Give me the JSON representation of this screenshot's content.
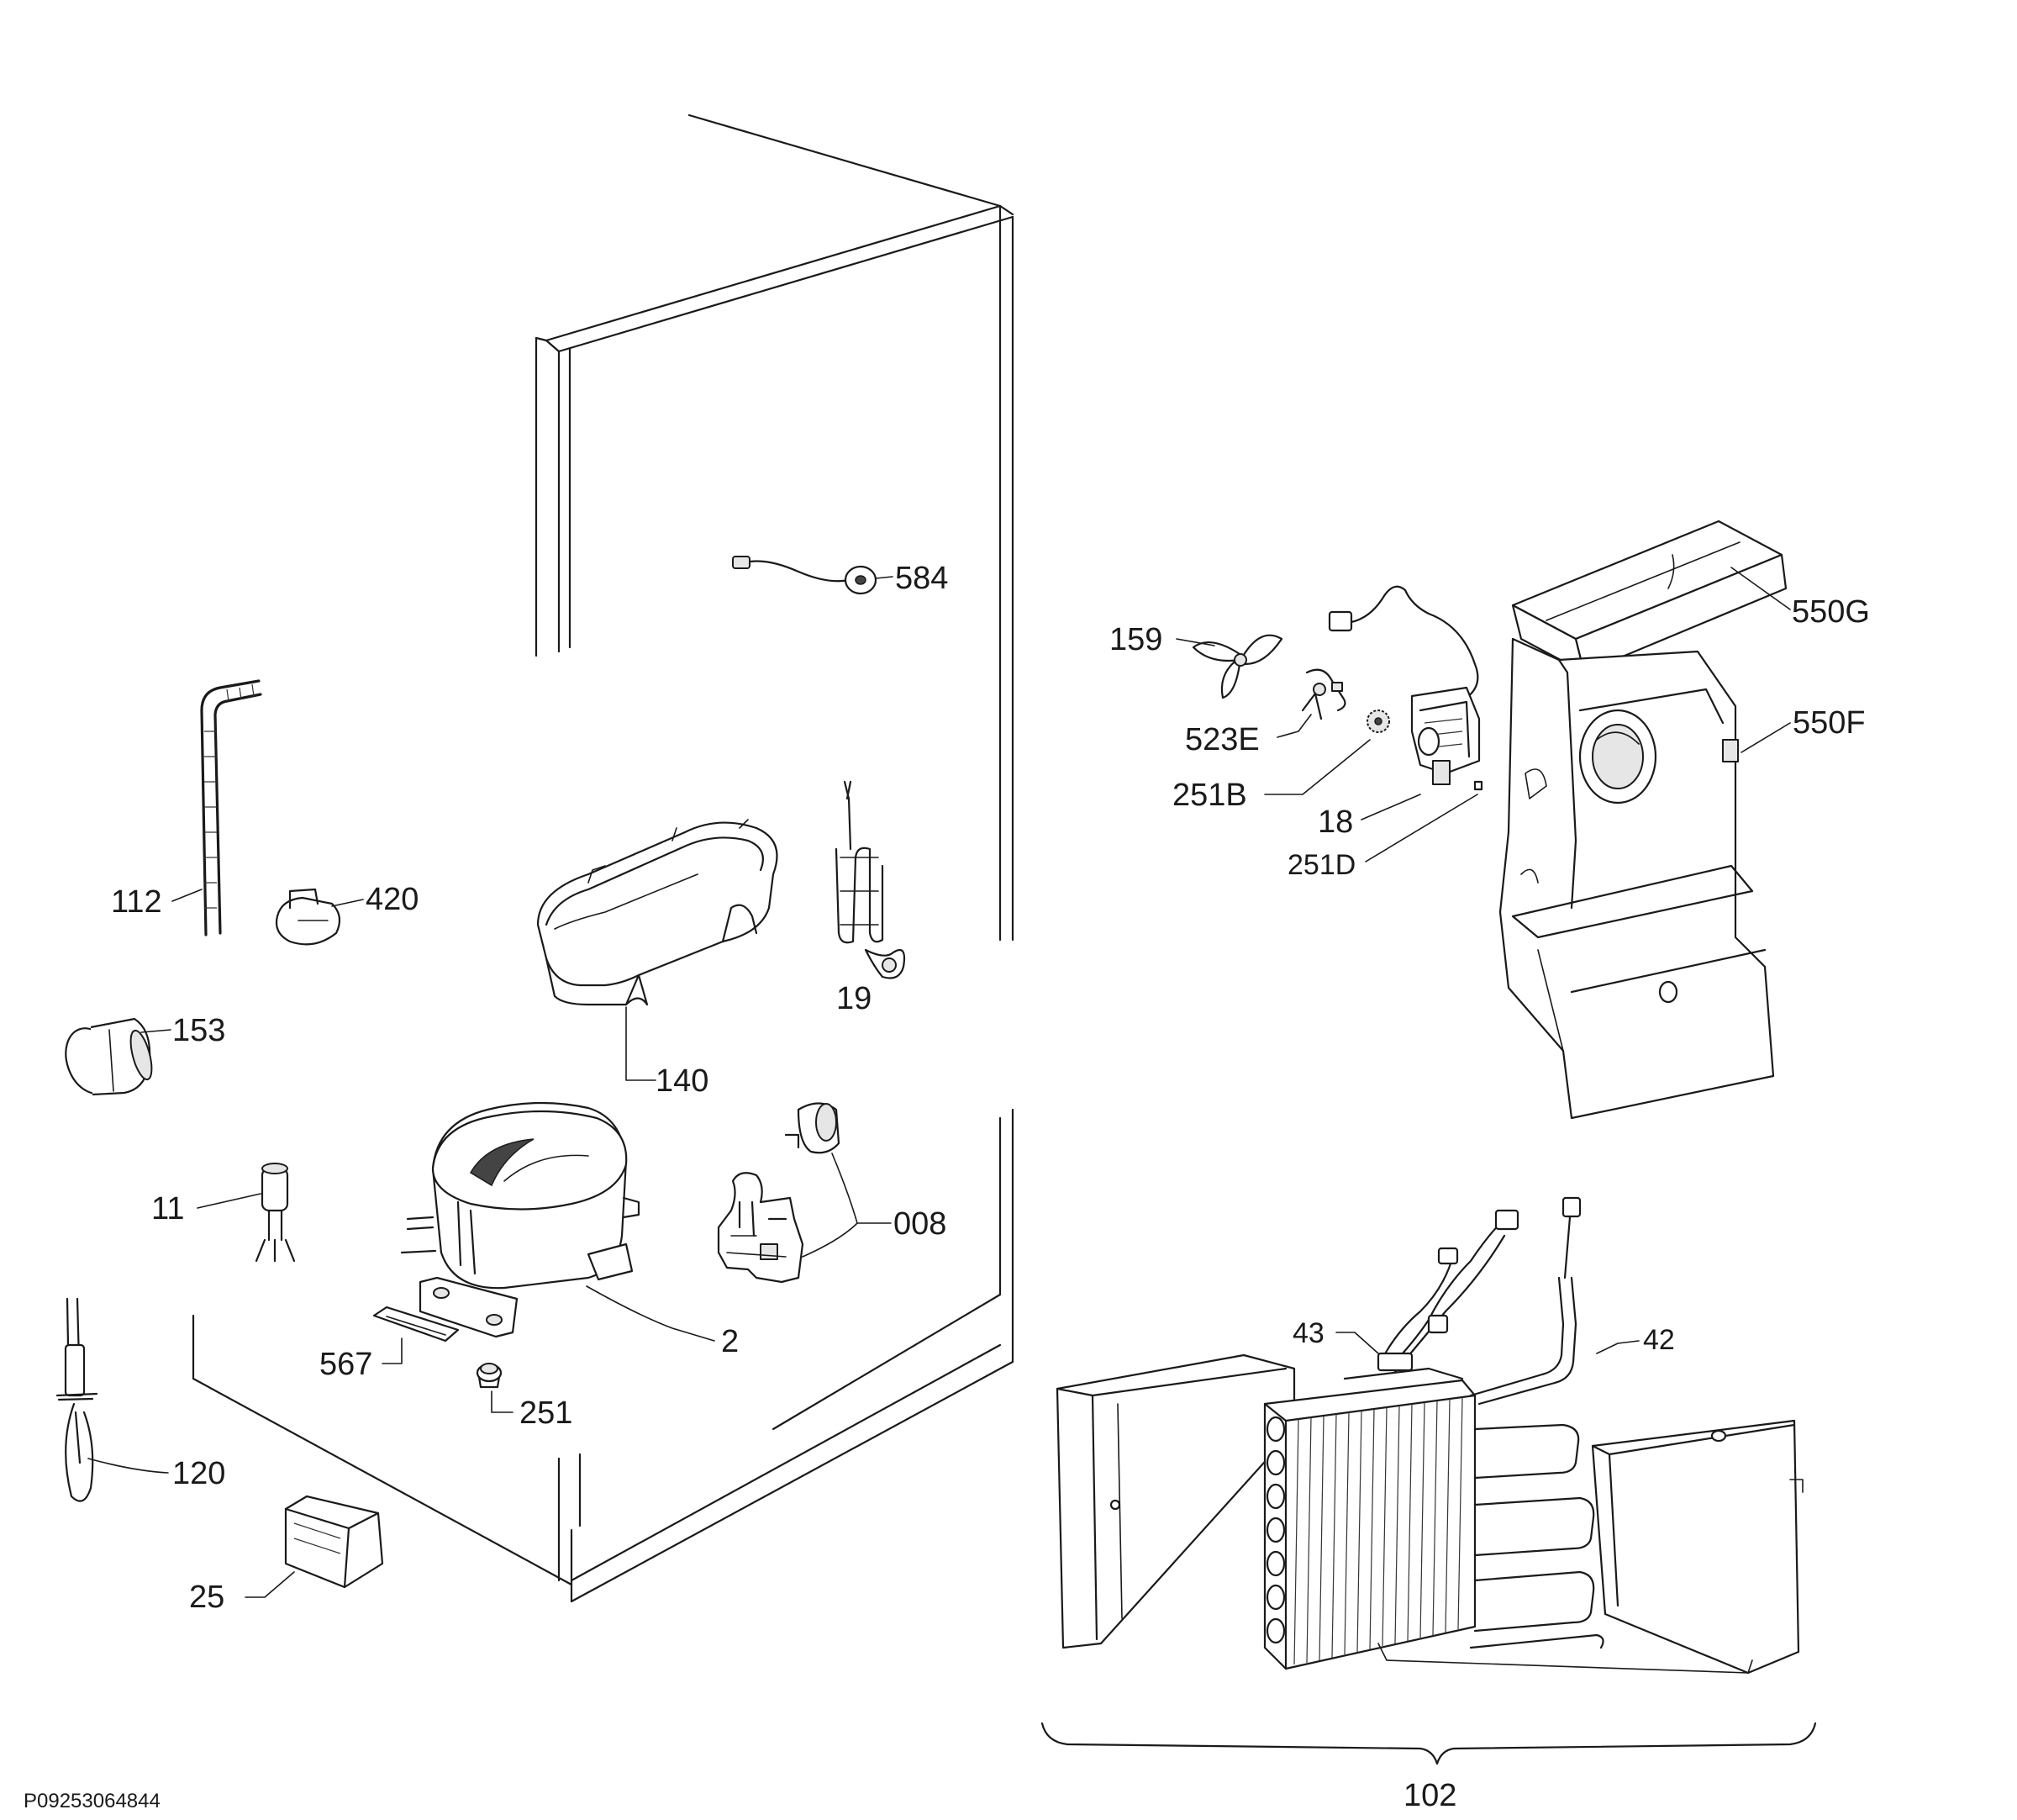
{
  "diagram": {
    "document_code": "P09253064844",
    "part_labels": {
      "p584": "584",
      "p550G": "550G",
      "p159": "159",
      "p550F": "550F",
      "p523E": "523E",
      "p251B": "251B",
      "p18": "18",
      "p251D": "251D",
      "p112": "112",
      "p420": "420",
      "p19": "19",
      "p153": "153",
      "p140": "140",
      "p11": "11",
      "p008": "008",
      "p2": "2",
      "p567": "567",
      "p251": "251",
      "p43": "43",
      "p42": "42",
      "p120": "120",
      "p25": "25",
      "p102": "102"
    }
  }
}
